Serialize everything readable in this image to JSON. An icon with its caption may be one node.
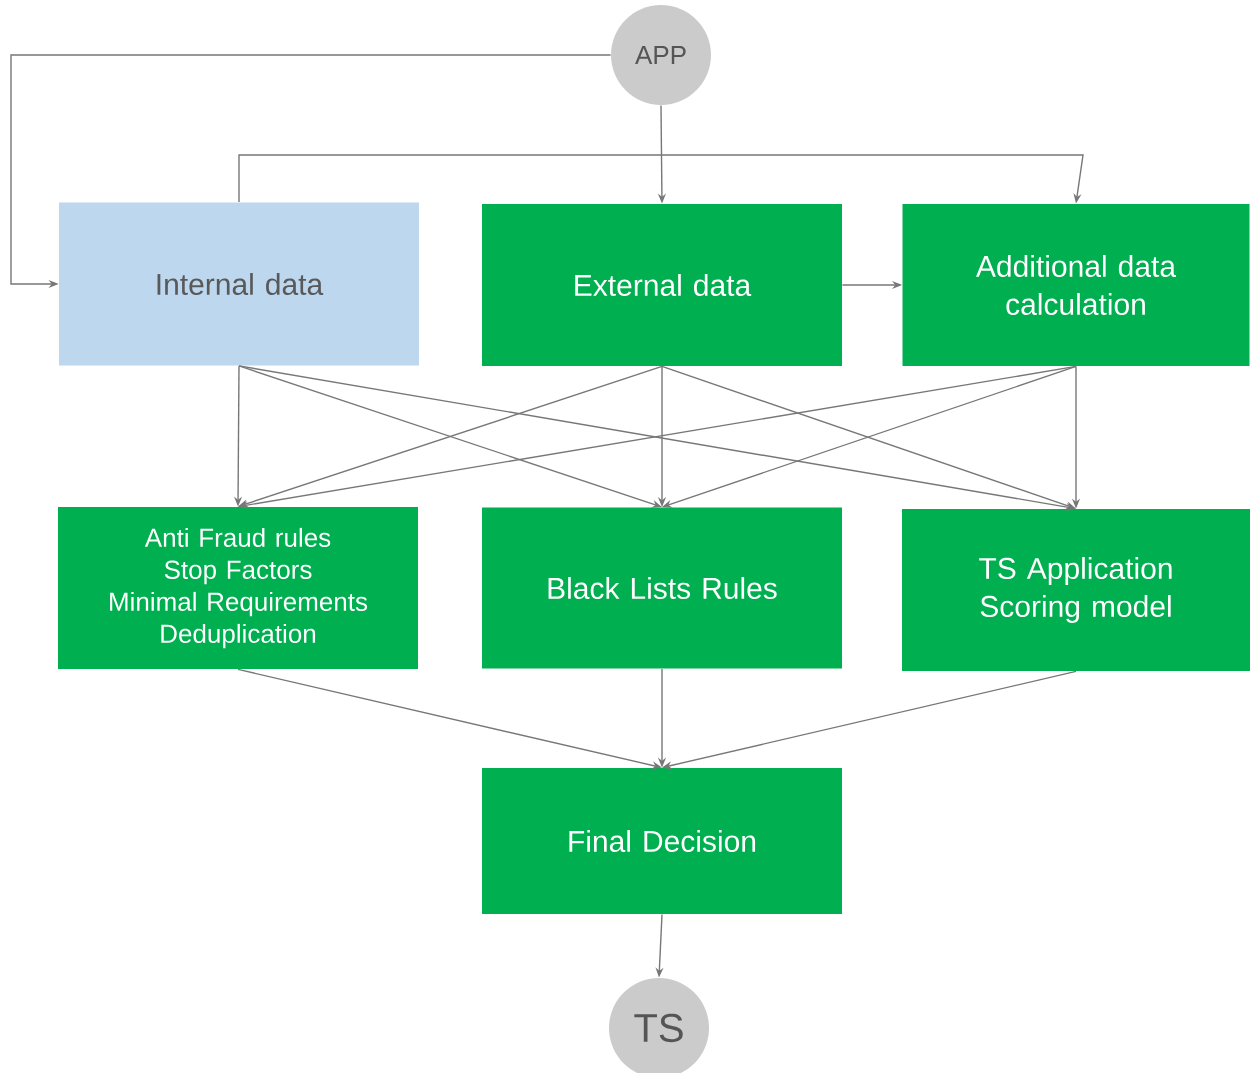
{
  "diagram": {
    "nodes": [
      {
        "text": [
          "APP"
        ]
      },
      {
        "text": [
          "Internal data"
        ]
      },
      {
        "text": [
          "External data"
        ]
      },
      {
        "text": [
          "Additional data calculation"
        ]
      },
      {
        "text": [
          "Anti Fraud rules",
          "Stop Factors",
          "Minimal Requirements",
          "Deduplication"
        ]
      },
      {
        "text": [
          "Black Lists Rules"
        ]
      },
      {
        "text": [
          "TS Application Scoring model"
        ]
      },
      {
        "text": [
          "Final Decision"
        ]
      },
      {
        "text": [
          "TS"
        ]
      }
    ],
    "edges": [
      {
        "from": 0,
        "to": 1,
        "arrow": "to"
      },
      {
        "from": 0,
        "to": 2,
        "arrow": "to"
      },
      {
        "from": 1,
        "to": 3,
        "arrow": "to"
      },
      {
        "from": 2,
        "to": 3,
        "arrow": "to"
      },
      {
        "from": 1,
        "to": 4,
        "arrow": "to"
      },
      {
        "from": 1,
        "to": 5,
        "arrow": "to"
      },
      {
        "from": 1,
        "to": 6,
        "arrow": "to"
      },
      {
        "from": 2,
        "to": 4,
        "arrow": "to"
      },
      {
        "from": 2,
        "to": 5,
        "arrow": "to"
      },
      {
        "from": 2,
        "to": 6,
        "arrow": "to"
      },
      {
        "from": 3,
        "to": 4,
        "arrow": "to"
      },
      {
        "from": 3,
        "to": 5,
        "arrow": "to"
      },
      {
        "from": 3,
        "to": 6,
        "arrow": "to"
      },
      {
        "from": 4,
        "to": 7,
        "arrow": "to"
      },
      {
        "from": 5,
        "to": 7,
        "arrow": "to"
      },
      {
        "from": 6,
        "to": 7,
        "arrow": "to"
      },
      {
        "from": 7,
        "to": 8,
        "arrow": "to"
      }
    ]
  }
}
